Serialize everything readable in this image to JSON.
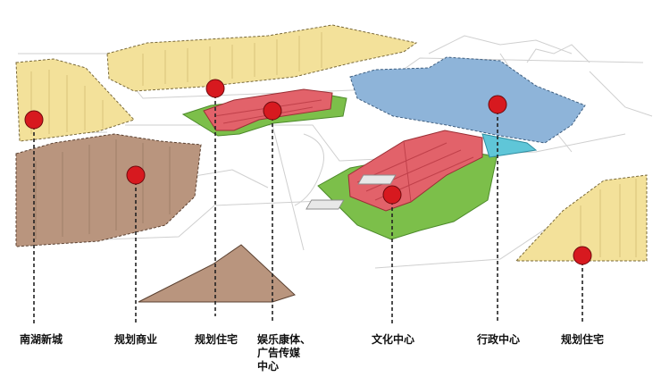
{
  "labels": {
    "nanhu": "南湖新城",
    "commerce": "规划商业",
    "residential_left": "规划住宅",
    "entertainment_line1": "娱乐康体、",
    "entertainment_line2": "广告传媒",
    "entertainment_line3": "中心",
    "culture": "文化中心",
    "administration": "行政中心",
    "residential_right": "规划住宅"
  },
  "colors": {
    "residential": "#f3e19a",
    "commerce": "#b9957e",
    "administration": "#8eb4d9",
    "entertainment": "#e2626a",
    "green": "#7cbf4a",
    "marker": "#d7191f",
    "context": "#bfbfbf"
  }
}
